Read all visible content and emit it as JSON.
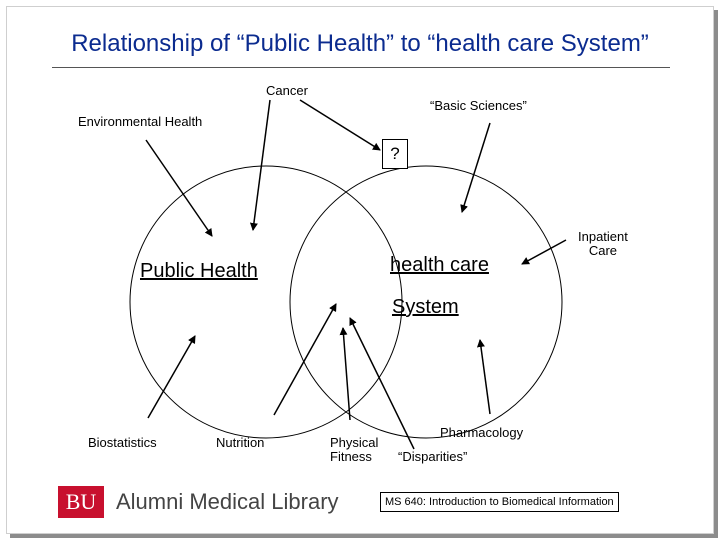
{
  "slide": {
    "title": "Relationship of “Public Health” to “health care System”"
  },
  "diagram": {
    "circles": [
      {
        "label": "Public Health"
      },
      {
        "label_line1": "health care",
        "label_line2": "System"
      }
    ],
    "question_box": "?",
    "outer_labels": {
      "cancer": "Cancer",
      "basic_sciences": "“Basic Sciences”",
      "environmental_health": "Environmental Health",
      "inpatient_care_line1": "Inpatient",
      "inpatient_care_line2": "Care",
      "biostatistics": "Biostatistics",
      "nutrition": "Nutrition",
      "physical_fitness_line1": "Physical",
      "physical_fitness_line2": "Fitness",
      "disparities": "“Disparities”",
      "pharmacology": "Pharmacology"
    }
  },
  "footer": {
    "logo_mark": "BU",
    "library_name": "Alumni Medical Library",
    "course": "MS 640: Introduction to Biomedical Information"
  }
}
